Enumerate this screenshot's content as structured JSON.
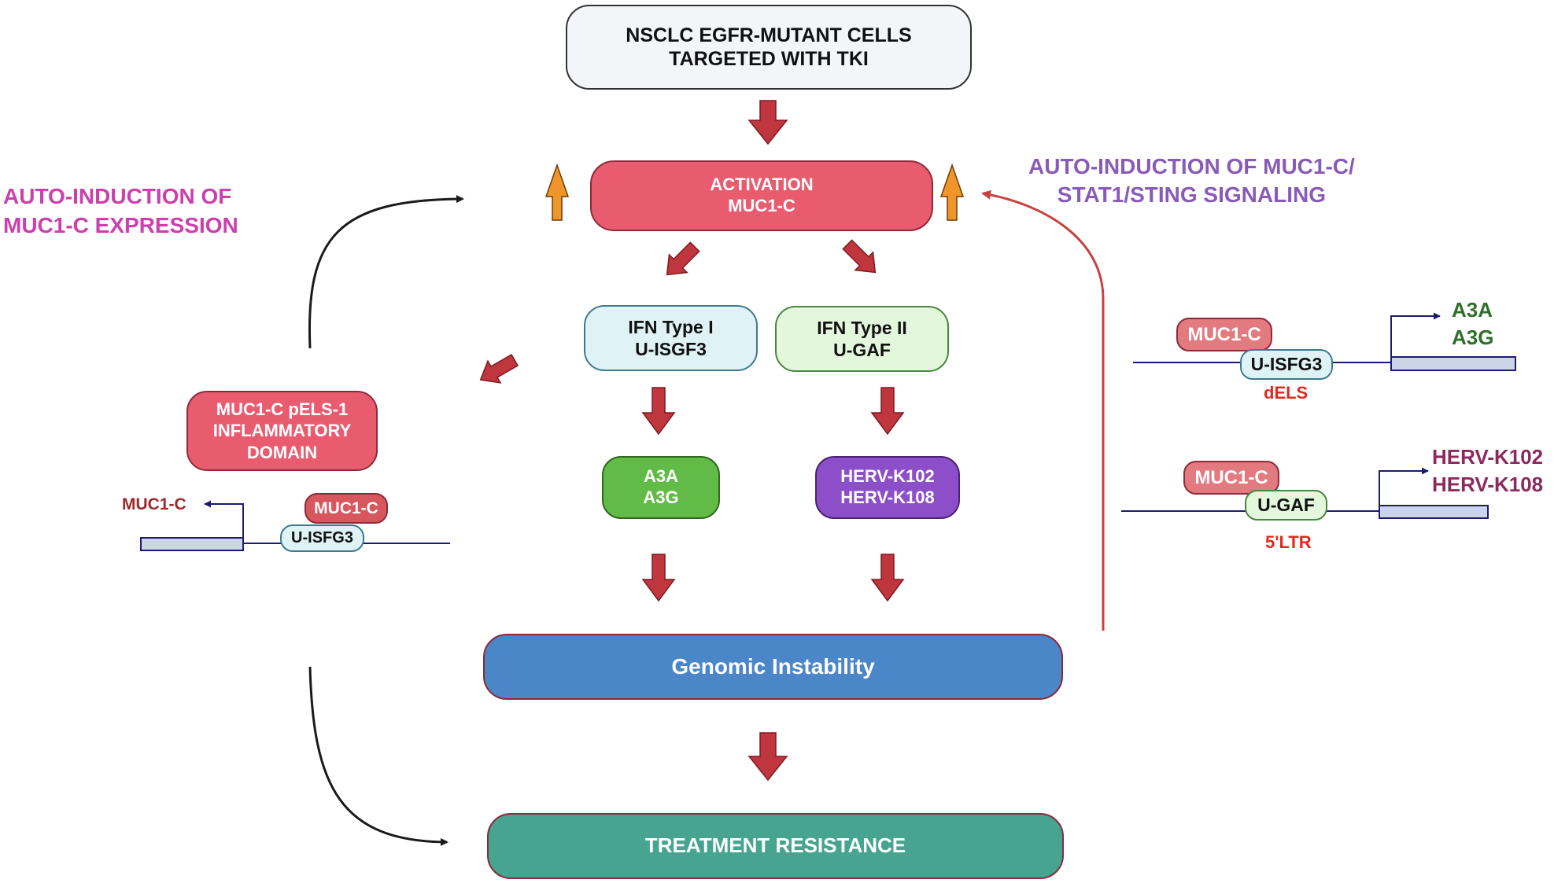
{
  "colors": {
    "dark_red_arrow": "#c0363e",
    "orange_arrow": "#f0952a",
    "black_curve": "#1a1a1a",
    "red_curve": "#c8413f",
    "activation_fill": "#e95c6f",
    "ifn1_fill": "#dff3f7",
    "ifn2_fill": "#e3f7dd",
    "a3_fill": "#62bb46",
    "herv_fill": "#8d4fc9",
    "genomic_fill": "#4a86c8",
    "resistance_fill": "#46a491",
    "magenta_text": "#cc3fae",
    "purple_text": "#8a5ab8",
    "green_text": "#2f6f2b",
    "maroon_text": "#8c2a5f",
    "red_text": "#e02a1f"
  },
  "top_box": {
    "line1": "NSCLC EGFR-MUTANT CELLS",
    "line2": "TARGETED WITH TKI"
  },
  "activation": {
    "line1": "ACTIVATION",
    "line2": "MUC1-C"
  },
  "ifn_type1": {
    "line1": "IFN Type I",
    "line2": "U-ISGF3"
  },
  "ifn_type2": {
    "line1": "IFN Type II",
    "line2": "U-GAF"
  },
  "a3_box": {
    "line1": "A3A",
    "line2": "A3G"
  },
  "herv_box": {
    "line1": "HERV-K102",
    "line2": "HERV-K108"
  },
  "genomic": {
    "label": "Genomic Instability"
  },
  "resistance": {
    "label": "TREATMENT RESISTANCE"
  },
  "left_heading": {
    "line1": "AUTO-INDUCTION OF",
    "line2": "MUC1-C EXPRESSION"
  },
  "right_heading": {
    "line1": "AUTO-INDUCTION OF MUC1-C/",
    "line2": "STAT1/STING SIGNALING"
  },
  "pels_box": {
    "line1": "MUC1-C pELS-1",
    "line2": "INFLAMMATORY",
    "line3": "DOMAIN"
  },
  "left_gene": {
    "output_label": "MUC1-C",
    "factor": "MUC1-C",
    "complex": "U-ISFG3"
  },
  "right_gene_1": {
    "factor": "MUC1-C",
    "complex": "U-ISFG3",
    "element": "dELS",
    "output_line1": "A3A",
    "output_line2": "A3G"
  },
  "right_gene_2": {
    "factor": "MUC1-C",
    "complex": "U-GAF",
    "element": "5'LTR",
    "output_line1": "HERV-K102",
    "output_line2": "HERV-K108"
  }
}
